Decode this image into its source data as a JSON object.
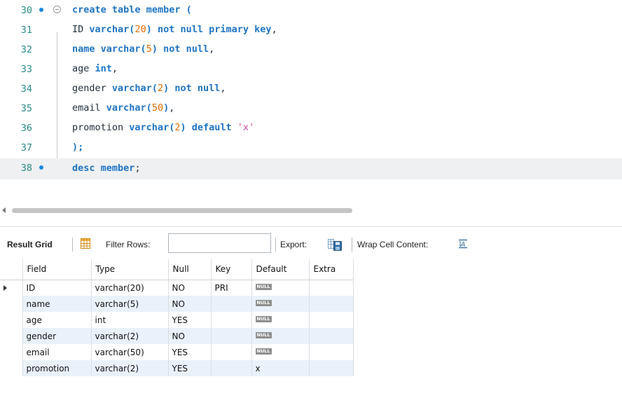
{
  "editor": {
    "lines": [
      {
        "num": "30",
        "has_marker": true,
        "current": false
      },
      {
        "num": "31"
      },
      {
        "num": "32"
      },
      {
        "num": "33"
      },
      {
        "num": "34"
      },
      {
        "num": "35"
      },
      {
        "num": "36"
      },
      {
        "num": "37"
      },
      {
        "num": "38",
        "has_marker": true,
        "current": true
      }
    ],
    "code": {
      "l30": {
        "create": "create",
        "table": "table",
        "member": "member",
        "paren": "("
      },
      "l31": {
        "id": "ID",
        "type": "varchar(",
        "len": "20",
        "close": ")",
        "notnull": "not null",
        "pk": "primary key",
        "comma": ","
      },
      "l32": {
        "name": "name",
        "type": "varchar(",
        "len": "5",
        "close": ")",
        "notnull": "not null",
        "comma": ","
      },
      "l33": {
        "age": "age",
        "type": "int",
        "comma": ","
      },
      "l34": {
        "gender": "gender",
        "type": "varchar(",
        "len": "2",
        "close": ")",
        "notnull": "not null",
        "comma": ","
      },
      "l35": {
        "email": "email",
        "type": "varchar(",
        "len": "50",
        "close": ")",
        "comma": ","
      },
      "l36": {
        "promotion": "promotion",
        "type": "varchar(",
        "len": "2",
        "close": ")",
        "default": "default",
        "value": "'x'"
      },
      "l37": {
        "end": ");"
      },
      "l38": {
        "desc": "desc",
        "member": "member",
        "semi": ";"
      }
    }
  },
  "toolbar": {
    "result_grid": "Result Grid",
    "filter_rows": "Filter Rows:",
    "filter_value": "",
    "export": "Export:",
    "wrap_cell_content": "Wrap Cell Content:"
  },
  "grid": {
    "columns": [
      "Field",
      "Type",
      "Null",
      "Key",
      "Default",
      "Extra"
    ],
    "null_badge": "NULL",
    "rows": [
      {
        "field": "ID",
        "type": "varchar(20)",
        "null": "NO",
        "key": "PRI",
        "default": "NULL",
        "extra": "",
        "selected": true
      },
      {
        "field": "name",
        "type": "varchar(5)",
        "null": "NO",
        "key": "",
        "default": "NULL",
        "extra": ""
      },
      {
        "field": "age",
        "type": "int",
        "null": "YES",
        "key": "",
        "default": "NULL",
        "extra": ""
      },
      {
        "field": "gender",
        "type": "varchar(2)",
        "null": "NO",
        "key": "",
        "default": "NULL",
        "extra": ""
      },
      {
        "field": "email",
        "type": "varchar(50)",
        "null": "YES",
        "key": "",
        "default": "NULL",
        "extra": ""
      },
      {
        "field": "promotion",
        "type": "varchar(2)",
        "null": "YES",
        "key": "",
        "default": "x",
        "extra": ""
      }
    ]
  },
  "icons": {
    "fold": "fold-collapse-icon",
    "grid": "grid-view-icon",
    "export": "export-icon",
    "wrap": "wrap-cell-icon"
  },
  "colors": {
    "keyword": "#1f74c4",
    "number": "#e06c00",
    "string": "#cc4aa0",
    "line_number": "#2c8a8a",
    "alt_row": "#e9f2fb"
  }
}
